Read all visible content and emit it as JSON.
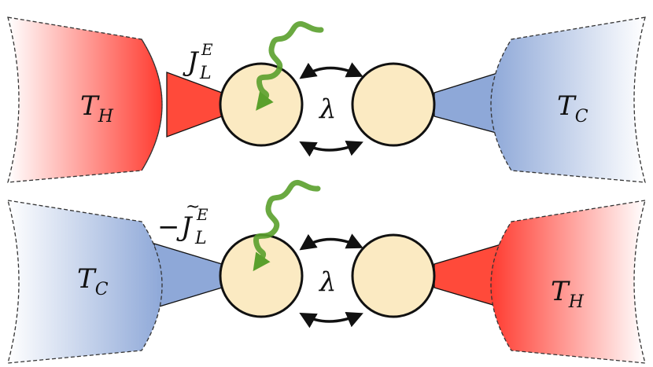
{
  "colors": {
    "hot": "#ff3b30",
    "cold": "#8ea8d8",
    "dot": "#fbeac2",
    "photon": "#5aa02c"
  },
  "top": {
    "left_reservoir": {
      "symbol": "T",
      "subscript": "H"
    },
    "right_reservoir": {
      "symbol": "T",
      "subscript": "C"
    },
    "current": {
      "prefix": "",
      "symbol": "J",
      "tilde": "",
      "superscript": "E",
      "subscript": "L"
    },
    "coupling": "λ"
  },
  "bottom": {
    "left_reservoir": {
      "symbol": "T",
      "subscript": "C"
    },
    "right_reservoir": {
      "symbol": "T",
      "subscript": "H"
    },
    "current": {
      "prefix": "−",
      "symbol": "J",
      "tilde": "~",
      "superscript": "E",
      "subscript": "L"
    },
    "coupling": "λ"
  }
}
